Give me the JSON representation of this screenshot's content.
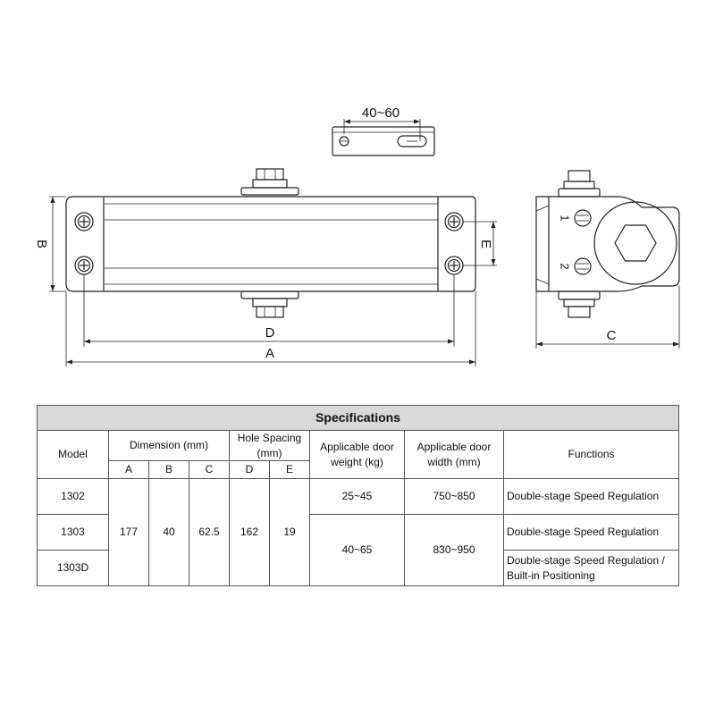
{
  "drawing": {
    "labels": {
      "bracket_spacing": "40~60",
      "dim_a": "A",
      "dim_b": "B",
      "dim_c": "C",
      "dim_d": "D",
      "dim_e": "E",
      "valve_1": "1",
      "valve_2": "2"
    }
  },
  "specs": {
    "title": "Specifications",
    "headers": {
      "model": "Model",
      "dimension": "Dimension (mm)",
      "hole_spacing": "Hole Spacing (mm)",
      "door_weight": "Applicable door weight (kg)",
      "door_width": "Applicable door width (mm)",
      "functions": "Functions",
      "a": "A",
      "b": "B",
      "c": "C",
      "d": "D",
      "e": "E"
    },
    "shared": {
      "a": "177",
      "b": "40",
      "c": "62.5",
      "d": "162",
      "e": "19"
    },
    "rows": [
      {
        "model": "1302",
        "weight": "25~45",
        "width": "750~850",
        "function": "Double-stage Speed Regulation"
      },
      {
        "model": "1303",
        "weight": "40~65",
        "width": "830~950",
        "function": "Double-stage Speed Regulation"
      },
      {
        "model": "1303D",
        "function_line1": "Double-stage Speed Regulation /",
        "function_line2": "Built-in Positioning"
      }
    ]
  }
}
